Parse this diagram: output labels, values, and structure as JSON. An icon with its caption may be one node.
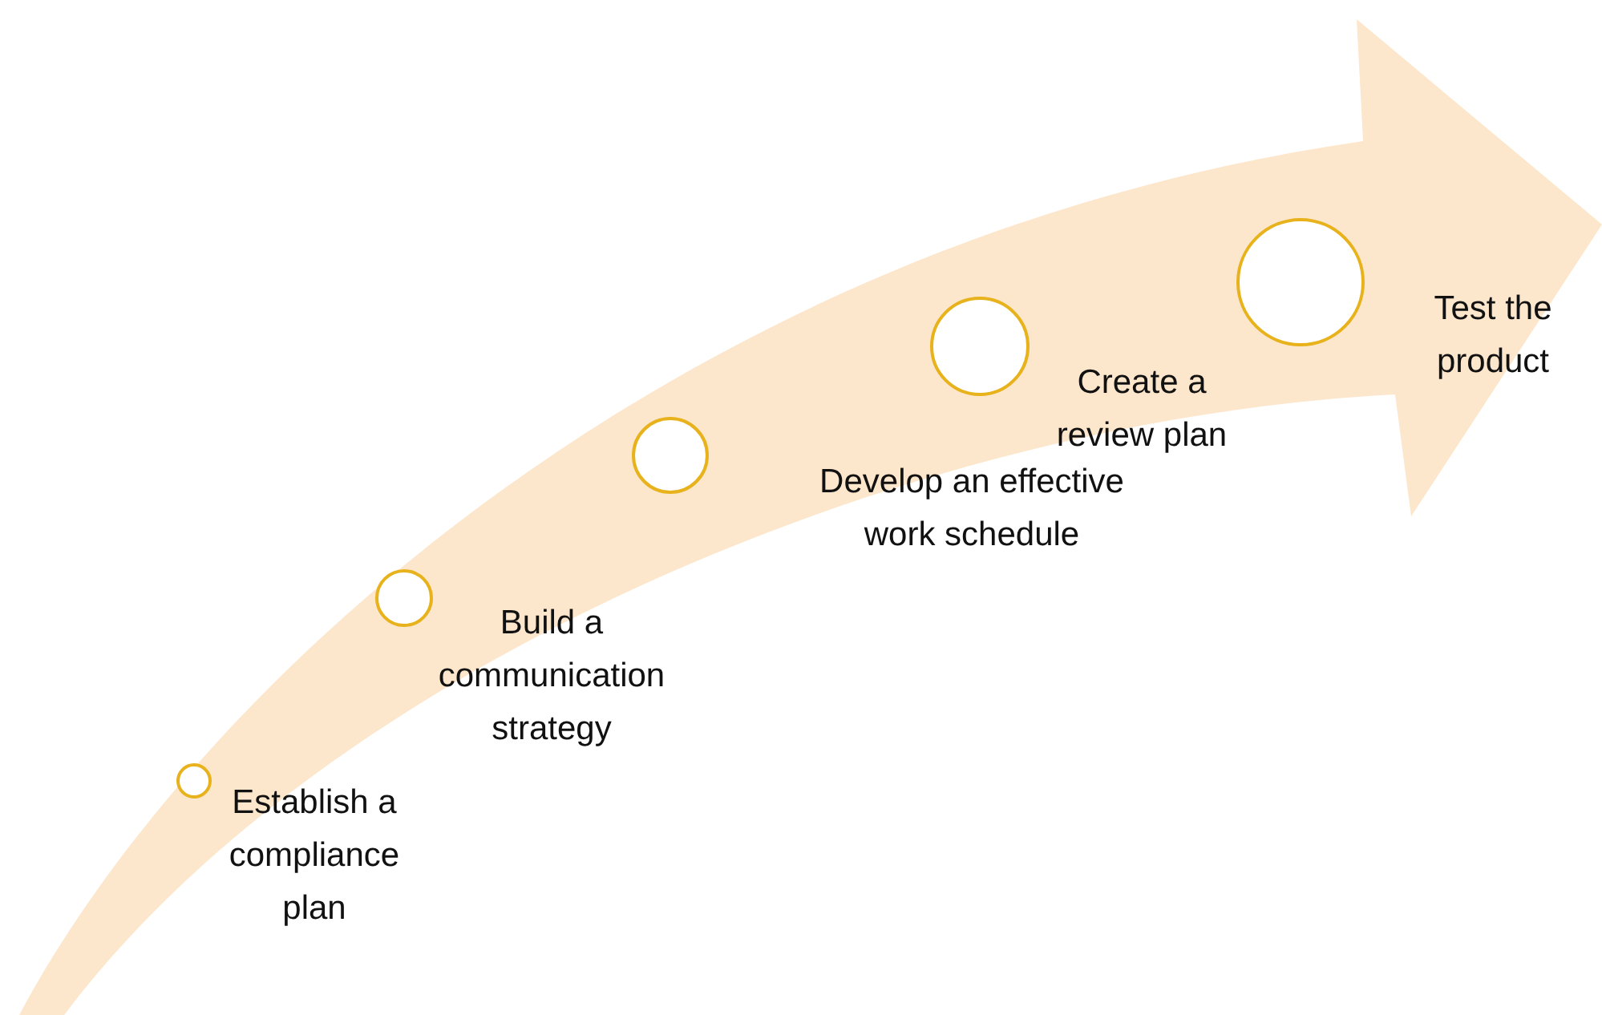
{
  "diagram": {
    "nodes": [
      {
        "text": [],
        "shape": "circle",
        "beside": [
          "Establish a compliance plan"
        ]
      },
      {
        "text": [],
        "shape": "circle",
        "beside": [
          "Build a communication strategy"
        ]
      },
      {
        "text": [],
        "shape": "circle",
        "beside": [
          "Develop an effective work schedule"
        ]
      },
      {
        "text": [],
        "shape": "circle",
        "beside": [
          "Create a review plan"
        ]
      },
      {
        "text": [],
        "shape": "circle",
        "beside": [
          "Test the product"
        ]
      }
    ]
  }
}
